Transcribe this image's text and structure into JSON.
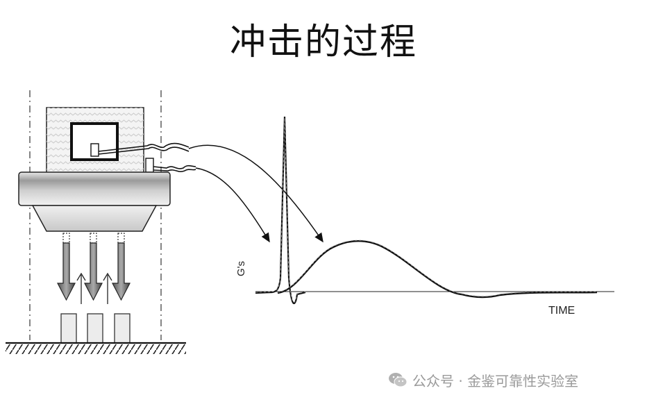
{
  "title": "冲击的过程",
  "chart": {
    "y_axis_label": "G's",
    "x_axis_label": "TIME"
  },
  "watermark": {
    "text": "公众号 · 金鉴可靠性实验室"
  }
}
